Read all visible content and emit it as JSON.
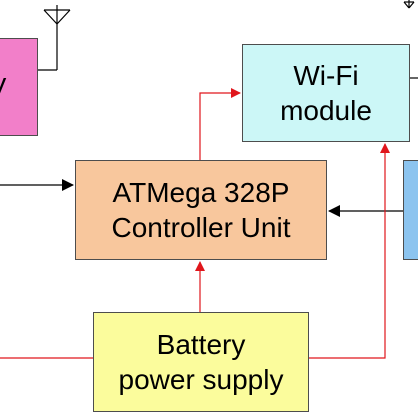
{
  "diagram": {
    "blocks": {
      "partial_left": {
        "text": "V",
        "fill": "#f27fc9"
      },
      "wifi": {
        "line1": "Wi-Fi",
        "line2": "module",
        "fill": "#ccf7f7"
      },
      "controller": {
        "line1": "ATMega 328P",
        "line2": "Controller Unit",
        "fill": "#f8c79d"
      },
      "battery": {
        "line1": "Battery",
        "line2": "power supply",
        "fill": "#fbfc9c"
      },
      "partial_right": {
        "fill": "#8cc4ef"
      }
    },
    "colors": {
      "power_line": "#e0161c",
      "signal_line": "#000000",
      "border": "#4d4d4d"
    },
    "icons": [
      "antenna-icon"
    ]
  }
}
